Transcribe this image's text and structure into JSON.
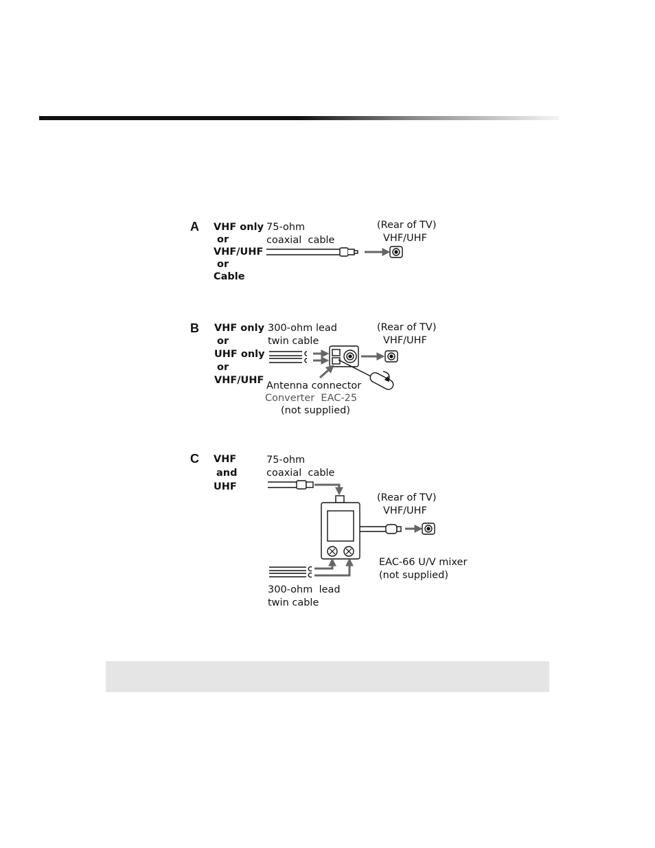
{
  "colors": {
    "line": "#111111",
    "arrow": "#666666",
    "band": "#e5e5e5"
  },
  "panels": [
    {
      "letter": "A",
      "inputs": [
        "VHF only",
        "or",
        "VHF/UHF",
        "or",
        "Cable"
      ],
      "cable_label": [
        "75-ohm",
        "coaxial  cable"
      ],
      "tv_label": [
        "(Rear of TV)",
        "VHF/UHF"
      ]
    },
    {
      "letter": "B",
      "inputs": [
        "VHF only",
        "or",
        "UHF only",
        "or",
        "VHF/UHF"
      ],
      "cable_label": [
        "300-ohm lead",
        "twin cable"
      ],
      "tv_label": [
        "(Rear of TV)",
        "VHF/UHF"
      ],
      "connector_label": "Antenna connector",
      "converter_label": "Converter  EAC-25",
      "not_supplied": "(not supplied)"
    },
    {
      "letter": "C",
      "inputs": [
        "VHF",
        "and",
        "UHF"
      ],
      "cable_label": [
        "75-ohm",
        "coaxial  cable"
      ],
      "tv_label": [
        "(Rear of TV)",
        "VHF/UHF"
      ],
      "mixer_label": [
        "EAC-66 U/V mixer",
        "(not supplied)"
      ],
      "twin_label": [
        "300-ohm  lead",
        "twin cable"
      ]
    }
  ]
}
